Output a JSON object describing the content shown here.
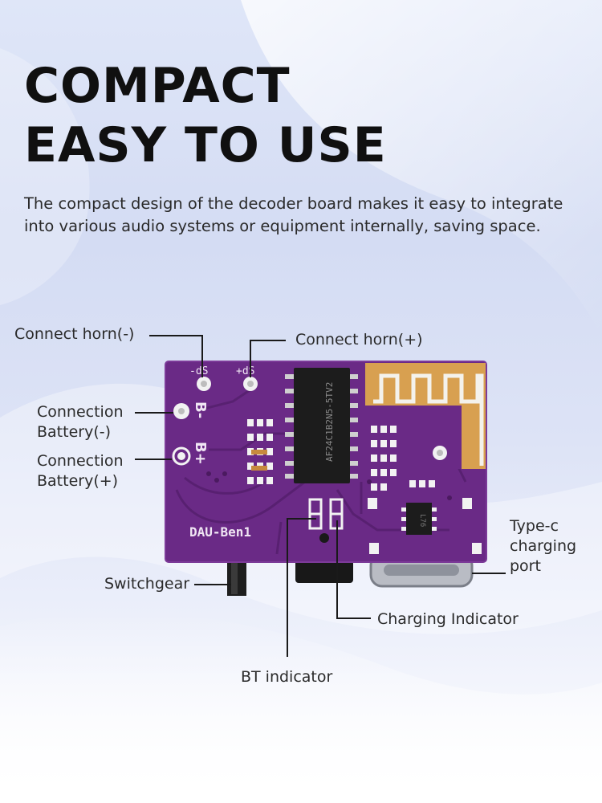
{
  "headline": {
    "line1": "COMPACT",
    "line2": "EASY TO USE"
  },
  "description": {
    "line1": "The compact design of the decoder board makes it easy to integrate",
    "line2": "into various audio systems or equipment internally, saving space."
  },
  "board": {
    "silkscreen_neg": "-dS",
    "silkscreen_pos": "+dS",
    "b_minus": "B-",
    "b_plus": "B+",
    "model": "DAU-Ben1",
    "chip_marking": "AF24C1B2N5-5TV2",
    "inductor_marking": "L76"
  },
  "callouts": {
    "horn_neg": "Connect horn(-)",
    "horn_pos": "Connect horn(+)",
    "battery_neg_line1": "Connection",
    "battery_neg_line2": "Battery(-)",
    "battery_pos_line1": "Connection",
    "battery_pos_line2": "Battery(+)",
    "typec_line1": "Type-c",
    "typec_line2": "charging",
    "typec_line3": "port",
    "switchgear": "Switchgear",
    "charging_indicator": "Charging Indicator",
    "bt_indicator": "BT indicator"
  },
  "colors": {
    "pcb": "#6a2a86",
    "trace": "#5a1f73",
    "pad": "#f2f2f2",
    "antenna": "#e0a85a",
    "chip": "#1c1c1c"
  }
}
